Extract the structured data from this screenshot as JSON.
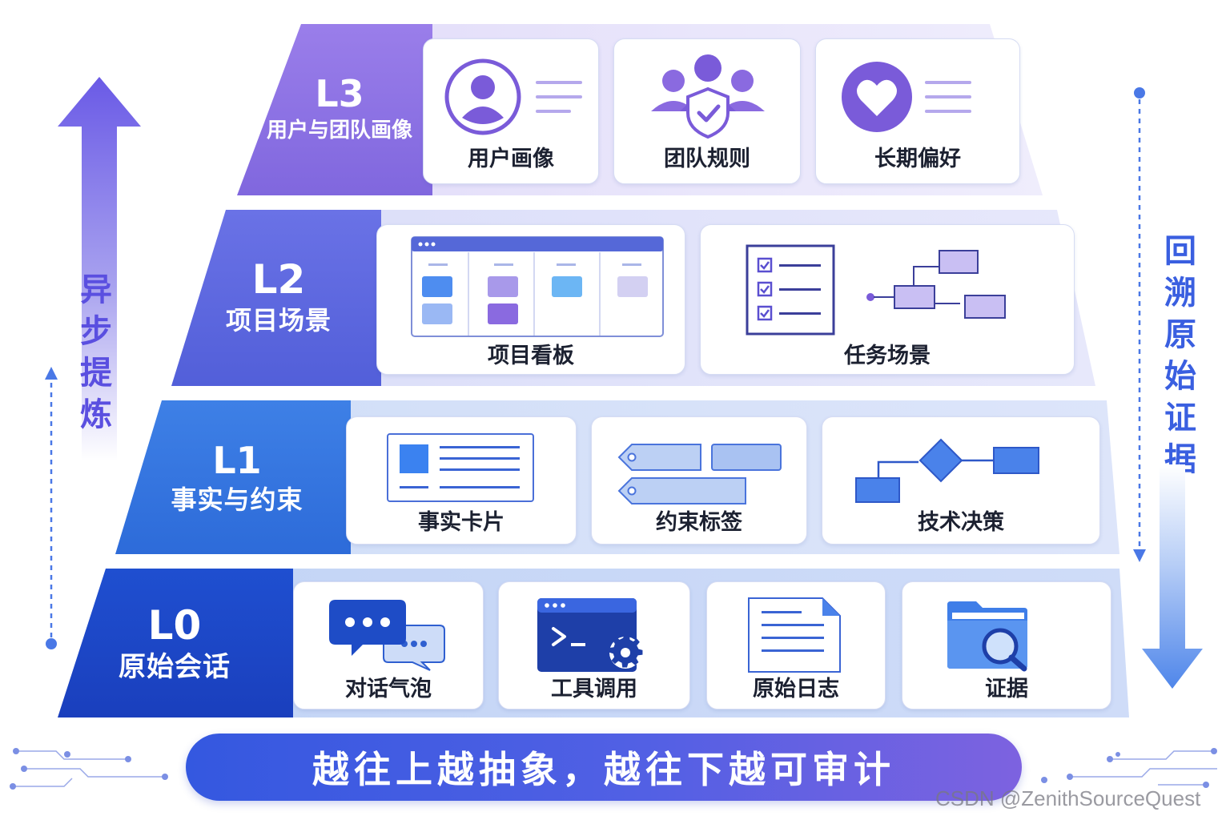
{
  "tiers": [
    {
      "code": "L3",
      "name": "用户与团队画像",
      "cards": [
        {
          "label": "用户画像",
          "icon": "user-profile-icon"
        },
        {
          "label": "团队规则",
          "icon": "team-shield-icon"
        },
        {
          "label": "长期偏好",
          "icon": "heart-preference-icon"
        }
      ]
    },
    {
      "code": "L2",
      "name": "项目场景",
      "cards": [
        {
          "label": "项目看板",
          "icon": "kanban-board-icon"
        },
        {
          "label": "任务场景",
          "icon": "task-flow-icon"
        }
      ]
    },
    {
      "code": "L1",
      "name": "事实与约束",
      "cards": [
        {
          "label": "事实卡片",
          "icon": "fact-card-icon"
        },
        {
          "label": "约束标签",
          "icon": "tag-icon"
        },
        {
          "label": "技术决策",
          "icon": "decision-flow-icon"
        }
      ]
    },
    {
      "code": "L0",
      "name": "原始会话",
      "cards": [
        {
          "label": "对话气泡",
          "icon": "chat-bubble-icon"
        },
        {
          "label": "工具调用",
          "icon": "terminal-gear-icon"
        },
        {
          "label": "原始日志",
          "icon": "log-document-icon"
        },
        {
          "label": "证据",
          "icon": "folder-search-icon"
        }
      ]
    }
  ],
  "left_axis": {
    "label": "异步提炼",
    "direction": "up"
  },
  "right_axis": {
    "label": "回溯原始证据",
    "direction": "down"
  },
  "banner": "越往上越抽象，越往下越可审计",
  "watermark": "CSDN @ZenithSourceQuest",
  "colors": {
    "l3": "#8f74e6",
    "l2": "#5b6de3",
    "l1": "#2f73df",
    "l0": "#1a43c4",
    "left_arrow": "#6a5ae6",
    "right_arrow": "#4f86ea"
  }
}
